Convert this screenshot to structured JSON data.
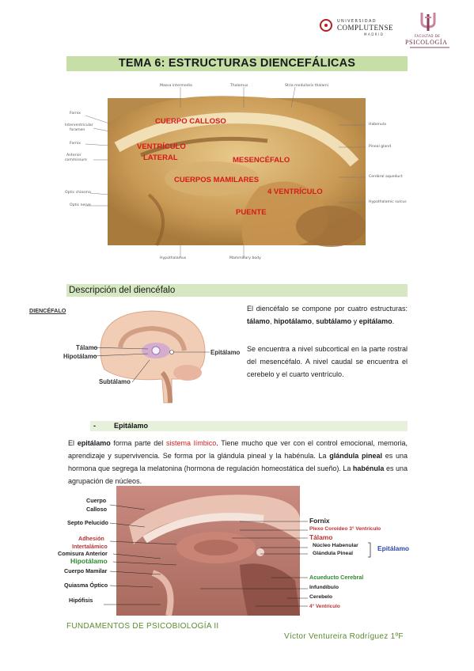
{
  "header": {
    "ucm_small": "UNIVERSIDAD",
    "ucm_name": "COMPLUTENSE",
    "ucm_city": "MADRID",
    "psy_faculty": "FACULTAD DE",
    "psy_name": "PSICOLOGÍA"
  },
  "title": "TEMA 6: ESTRUCTURAS DIENCEFÁLICAS",
  "figure1": {
    "labels": {
      "masa_intermedia": "Massa intermedia",
      "thalamus": "Thalamus",
      "stria": "Stria medullaris thalami",
      "fornix1": "Fornix",
      "interventricular": "Interventricular",
      "foramen": "foramen",
      "fornix2": "Fornix",
      "anterior": "Anterior",
      "commissure": "commissure",
      "optic_chiasma": "Optic chiasma",
      "optic_nerve": "Optic nerve",
      "habenula": "Habenula",
      "pineal": "Pineal gland",
      "aqueduct": "Cerebral aqueduct",
      "sulcus": "Hypothalamic sulcus",
      "hypothalamus": "Hypothalamus",
      "mammillary": "Mammillary body"
    },
    "overlays": {
      "cuerpo_calloso": "CUERPO CALLOSO",
      "ventriculo": "VENTRÍCULO",
      "lateral": "LATERAL",
      "mesencefalo": "MESENCÉFALO",
      "cuerpos_mamilares": "CUERPOS MAMILARES",
      "cuarto_ventriculo": "4 VENTRÍCULO",
      "puente": "PUENTE"
    }
  },
  "section": {
    "title": "Descripción del diencéfalo"
  },
  "figure2": {
    "title": "DIENCÉFALO",
    "talamo": "Tálamo",
    "hipotalamo": "Hipotálamo",
    "subtalamo": "Subtálamo",
    "epitalamo": "Epitálamo"
  },
  "para1": {
    "t1": "El diencéfalo se compone por cuatro estructuras: ",
    "b1": "tálamo",
    "t2": ", ",
    "b2": "hipotálamo",
    "t3": ", ",
    "b3": "subtálamo",
    "t4": " y ",
    "b4": "epitálamo",
    "t5": "."
  },
  "para2": "Se encuentra a nivel subcortical en la parte rostral del mesencéfalo. A nivel caudal se encuentra el cerebelo y el cuarto ventrículo.",
  "subsection": {
    "dash": "-",
    "title": "Epitálamo"
  },
  "para3": {
    "t1": "El ",
    "b1": "epitálamo",
    "t2": " forma parte del ",
    "r1": "sistema límbico",
    "t3": ". Tiene mucho que ver con el control emocional, memoria, aprendizaje y supervivencia. Se forma por la glándula pineal y la habénula. La ",
    "b2": "glándula pineal",
    "t4": " es una hormona que segrega la melatonina (hormona de regulación homeostática del sueño). La ",
    "b3": "habénula",
    "t5": " es una agrupación de núcleos."
  },
  "figure3": {
    "cuerpo": "Cuerpo",
    "calloso": "Calloso",
    "septo": "Septo Pelucido",
    "adhesion": "Adhesión",
    "intertalamico": "Intertalámico",
    "comisura": "Comisura Anterior",
    "hipotalamo": "Hipotálamo",
    "mamilar": "Cuerpo Mamilar",
    "quiasma": "Quiasma Óptico",
    "hipofisis": "Hipófisis",
    "fornix": "Fornix",
    "plexo": "Plexo Coroideo 3° Ventrículo",
    "talamo": "Tálamo",
    "nucleo": "Núcleo Habenular",
    "glandula": "Glándula Pineal",
    "epitalamo": "Epitálamo",
    "acueducto": "Acueducto Cerebral",
    "infundibulo": "Infundíbulo",
    "cerebelo": "Cerebelo",
    "ventriculo4": "4° Ventrículo"
  },
  "footer": {
    "left": "FUNDAMENTOS DE PSICOBIOLOGÍA II",
    "right": "Víctor Ventureira Rodríguez 1ºF"
  },
  "colors": {
    "title_bar": "#c5dfa6",
    "section_bar": "#d6e8c1",
    "footer_text": "#5b8a2e",
    "overlay_red": "#d61a1a"
  }
}
